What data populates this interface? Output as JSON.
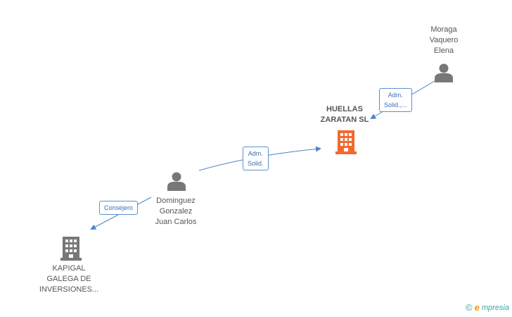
{
  "nodes": {
    "moraga": {
      "name_lines": [
        "Moraga",
        "Vaquero",
        "Elena"
      ]
    },
    "huellas": {
      "name_lines": [
        "HUELLAS",
        "ZARATAN SL"
      ]
    },
    "dominguez": {
      "name_lines": [
        "Dominguez",
        "Gonzalez",
        "Juan Carlos"
      ]
    },
    "kapigal": {
      "name_lines": [
        "KAPIGAL",
        "GALEGA DE",
        "INVERSIONES..."
      ]
    }
  },
  "relations": {
    "moraga_huellas": [
      "Adm.",
      "Solid.,..."
    ],
    "dominguez_huellas": [
      "Adm.",
      "Solid."
    ],
    "dominguez_kapigal": [
      "Consejero"
    ]
  },
  "brand": {
    "copyright": "©",
    "initial": "e",
    "rest": "mpresia"
  },
  "colors": {
    "company_main": "#f26a2e",
    "company_other": "#777777",
    "person": "#777777",
    "edge": "#4a86c8"
  }
}
